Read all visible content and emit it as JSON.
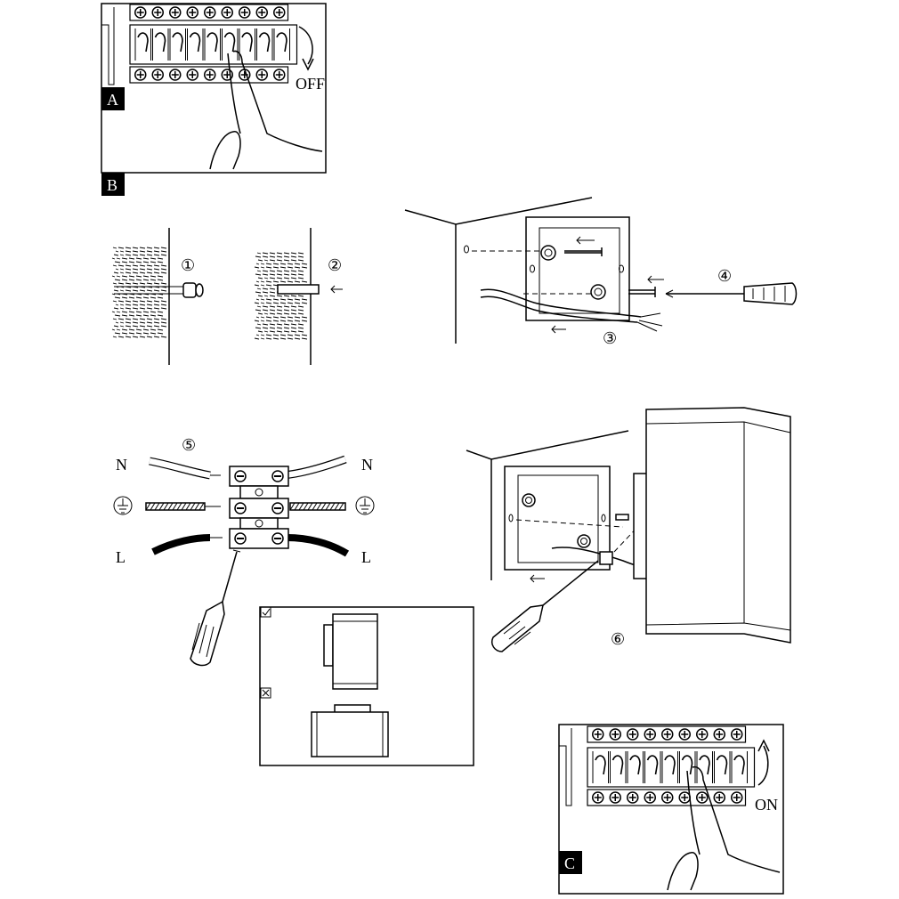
{
  "panels": {
    "a": {
      "tag": "A",
      "switch_label": "OFF"
    },
    "b": {
      "tag": "B"
    },
    "c": {
      "tag": "C",
      "switch_label": "ON"
    }
  },
  "steps": [
    "①",
    "②",
    "③",
    "④",
    "⑤",
    "⑥"
  ],
  "wiring": {
    "neutral_left": "N",
    "neutral_right": "N",
    "live_left": "L",
    "live_right": "L",
    "earth_symbol": "ground-icon"
  },
  "orientation": {
    "correct_mark": "check-icon",
    "wrong_mark": "cross-icon"
  }
}
